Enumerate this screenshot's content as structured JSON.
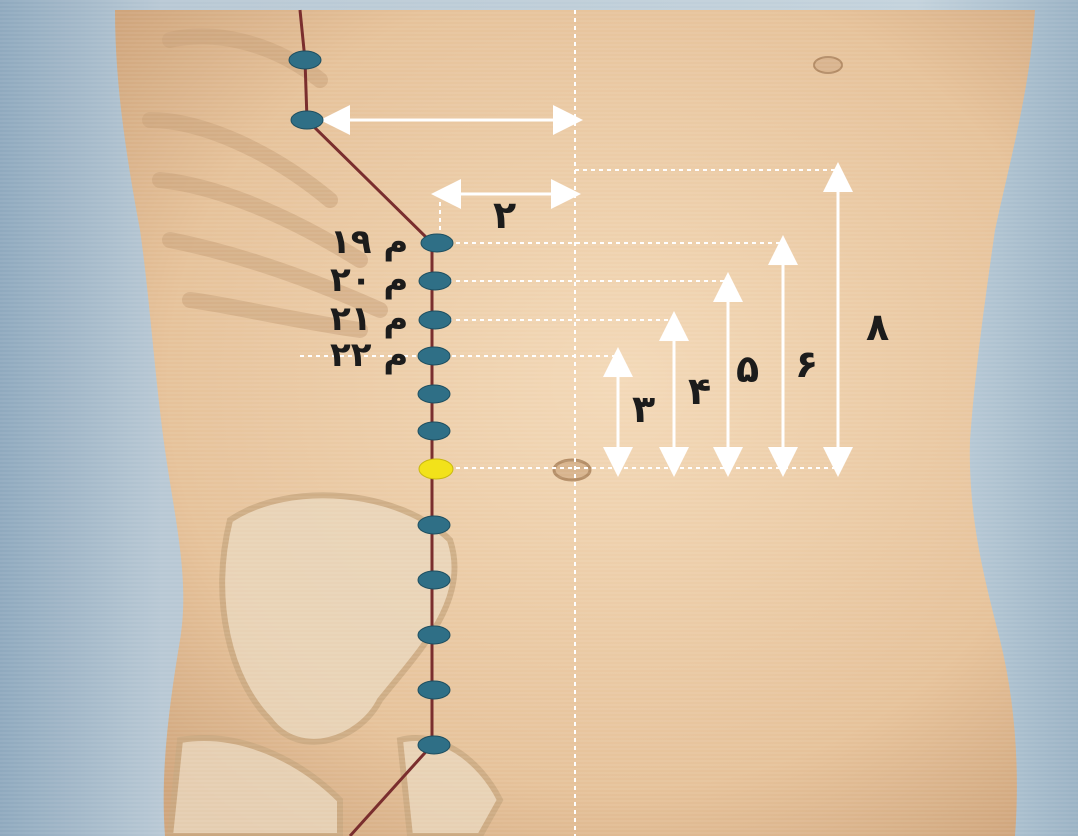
{
  "figure": {
    "point_labels": {
      "m19": "م ۱۹",
      "m20": "م ۲۰",
      "m21": "م ۲۱",
      "m22": "م ۲۲"
    },
    "measure_labels": {
      "lateral": "۲",
      "v3": "۳",
      "v4": "۴",
      "v5": "۵",
      "v6": "۶",
      "v8": "۸"
    },
    "colors": {
      "meridian_line": "#7a2e2e",
      "acupoint": "#2f6f86",
      "navel_point": "#f2e21a",
      "guide_lines": "#ffffff",
      "arrows": "#ffffff",
      "skin": "#e8c8a2",
      "background": "#9fb6c8"
    },
    "icons": {
      "acupoint": "acupoint-dot-icon",
      "navel_point": "navel-point-icon",
      "arrow": "double-arrow-icon"
    }
  }
}
